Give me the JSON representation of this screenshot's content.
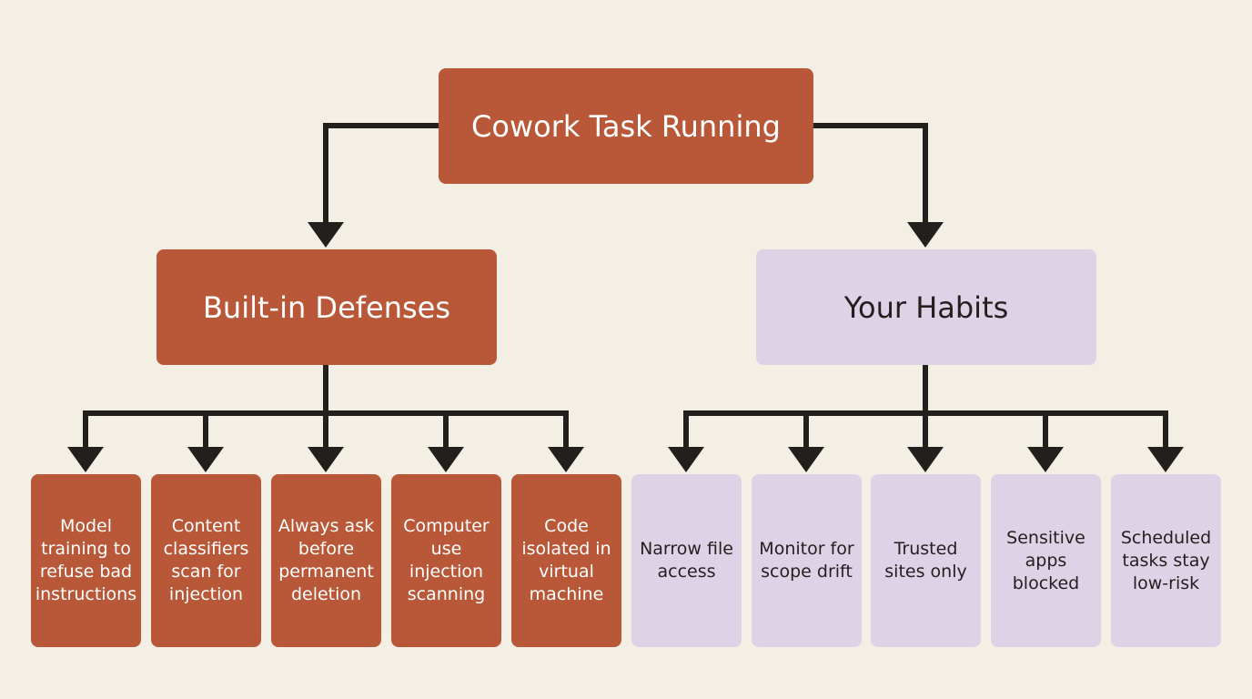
{
  "root": {
    "label": "Cowork Task Running",
    "color": "#b95838"
  },
  "branches": [
    {
      "label": "Built-in Defenses",
      "color": "#b95838",
      "leaves": [
        "Model training to refuse bad instructions",
        "Content classifiers scan for injection",
        "Always ask before permanent deletion",
        "Computer use injection scanning",
        "Code isolated in virtual machine"
      ]
    },
    {
      "label": "Your Habits",
      "color": "#ded3e6",
      "leaves": [
        "Narrow file access",
        "Monitor for scope drift",
        "Trusted sites only",
        "Sensitive apps blocked",
        "Scheduled tasks stay low-risk"
      ]
    }
  ],
  "colors": {
    "background": "#f3efe4",
    "connector": "#231f1c",
    "orange": "#b95838",
    "lavender": "#ded3e6"
  }
}
